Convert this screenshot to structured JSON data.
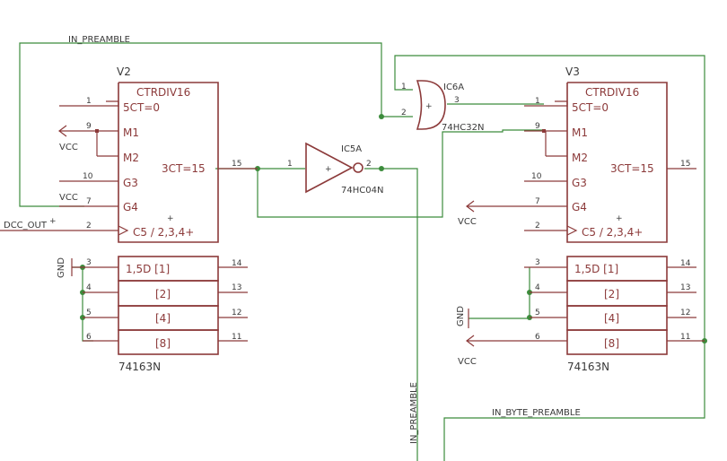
{
  "nets": {
    "in_preamble": "IN_PREAMBLE",
    "in_byte_preamble": "IN_BYTE_PREAMBLE",
    "dcc_out": "DCC_OUT",
    "dcc_out_mark": "+"
  },
  "power": {
    "vcc": "VCC",
    "gnd": "GND"
  },
  "v2": {
    "name": "V2",
    "func": "CTRDIV16",
    "part": "74163N",
    "labels": {
      "ct0": "5CT=0",
      "m1": "M1",
      "m2": "M2",
      "g3": "G3",
      "g4": "G4",
      "c5": "C5 / 2,3,4+",
      "ct15": "3CT=15",
      "plus": "+",
      "d1": "1,5D [1]",
      "d2": "[2]",
      "d4": "[4]",
      "d8": "[8]"
    },
    "pins": {
      "p1": "1",
      "p9": "9",
      "p10": "10",
      "p7": "7",
      "p2": "2",
      "p15": "15",
      "p3": "3",
      "p4": "4",
      "p5": "5",
      "p6": "6",
      "p14": "14",
      "p13": "13",
      "p12": "12",
      "p11": "11"
    }
  },
  "v3": {
    "name": "V3",
    "func": "CTRDIV16",
    "part": "74163N",
    "labels": {
      "ct0": "5CT=0",
      "m1": "M1",
      "m2": "M2",
      "g3": "G3",
      "g4": "G4",
      "c5": "C5 / 2,3,4+",
      "ct15": "3CT=15",
      "plus": "+",
      "d1": "1,5D [1]",
      "d2": "[2]",
      "d4": "[4]",
      "d8": "[8]"
    },
    "pins": {
      "p1": "1",
      "p9": "9",
      "p10": "10",
      "p7": "7",
      "p2": "2",
      "p15": "15",
      "p3": "3",
      "p4": "4",
      "p5": "5",
      "p6": "6",
      "p14": "14",
      "p13": "13",
      "p12": "12",
      "p11": "11"
    }
  },
  "ic5a": {
    "name": "IC5A",
    "part": "74HC04N",
    "sym": "+",
    "pin_in": "1",
    "pin_out": "2"
  },
  "ic6a": {
    "name": "IC6A",
    "part": "74HC32N",
    "sym": "+",
    "pin_a": "1",
    "pin_b": "2",
    "pin_out": "3"
  }
}
